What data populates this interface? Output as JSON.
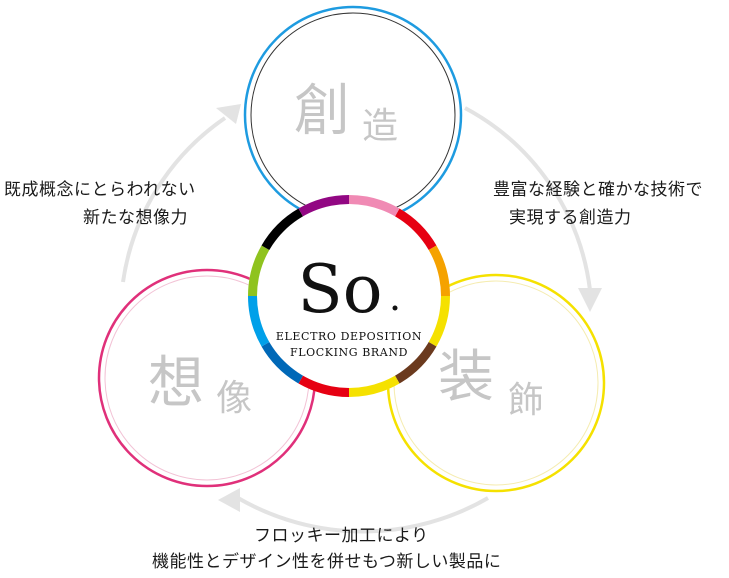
{
  "circles": {
    "top": {
      "label_large": "創",
      "label_small": "造",
      "ring_color": "#1e9be0"
    },
    "left": {
      "label_large": "想",
      "label_small": "像",
      "ring_color": "#e0307a"
    },
    "right": {
      "label_large": "装",
      "label_small": "飾",
      "ring_color": "#f5e100"
    }
  },
  "center": {
    "logo": "So",
    "tagline_line1": "ELECTRO DEPOSITION",
    "tagline_line2": "FLOCKING BRAND",
    "ring_colors": [
      "#e60012",
      "#f5a200",
      "#f5e100",
      "#6b3a1e",
      "#f5e100",
      "#e60012",
      "#0068b7",
      "#00a0e9",
      "#8fc31f",
      "#000000",
      "#920783",
      "#f08ab4"
    ]
  },
  "captions": {
    "left_line1": "既成概念にとらわれない",
    "left_line2": "新たな想像力",
    "right_line1": "豊富な経験と確かな技術で",
    "right_line2": "実現する創造力",
    "bottom_line1": "フロッキー加工により",
    "bottom_line2": "機能性とデザイン性を併せもつ新しい製品に"
  },
  "colors": {
    "arrow": "#e3e3e3",
    "label_gray": "#c6c6c6",
    "text": "#1a1a1a"
  }
}
